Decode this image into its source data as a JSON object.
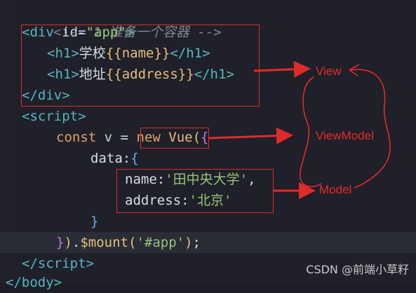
{
  "code": {
    "comment": "<!-- 1.准备一个容器 -->",
    "div_open_tag": "div",
    "div_id_attr": "id",
    "div_id_value": "\"app\"",
    "h1_tag": "h1",
    "h1_text_1": "学校",
    "h1_expr_1": "{{name}}",
    "h1_text_2": "地址",
    "h1_expr_2": "{{address}}",
    "div_close_tag": "div",
    "script_tag": "script",
    "const_kw": "const",
    "var_name": "v",
    "equals": "=",
    "new_kw": "new",
    "vue_name": "Vue",
    "data_key": "data",
    "name_key": "name",
    "name_value": "'田中央大学'",
    "address_key": "address",
    "address_value": "'北京'",
    "mount_method": "$mount",
    "mount_arg": "'#app'",
    "body_tag": "body"
  },
  "annotations": {
    "view": "View",
    "viewmodel": "ViewModel",
    "model": "Model"
  },
  "watermark": "CSDN @前端小草籽",
  "colors": {
    "background": "#1f2029",
    "annotation_red": "#e02b2b"
  }
}
